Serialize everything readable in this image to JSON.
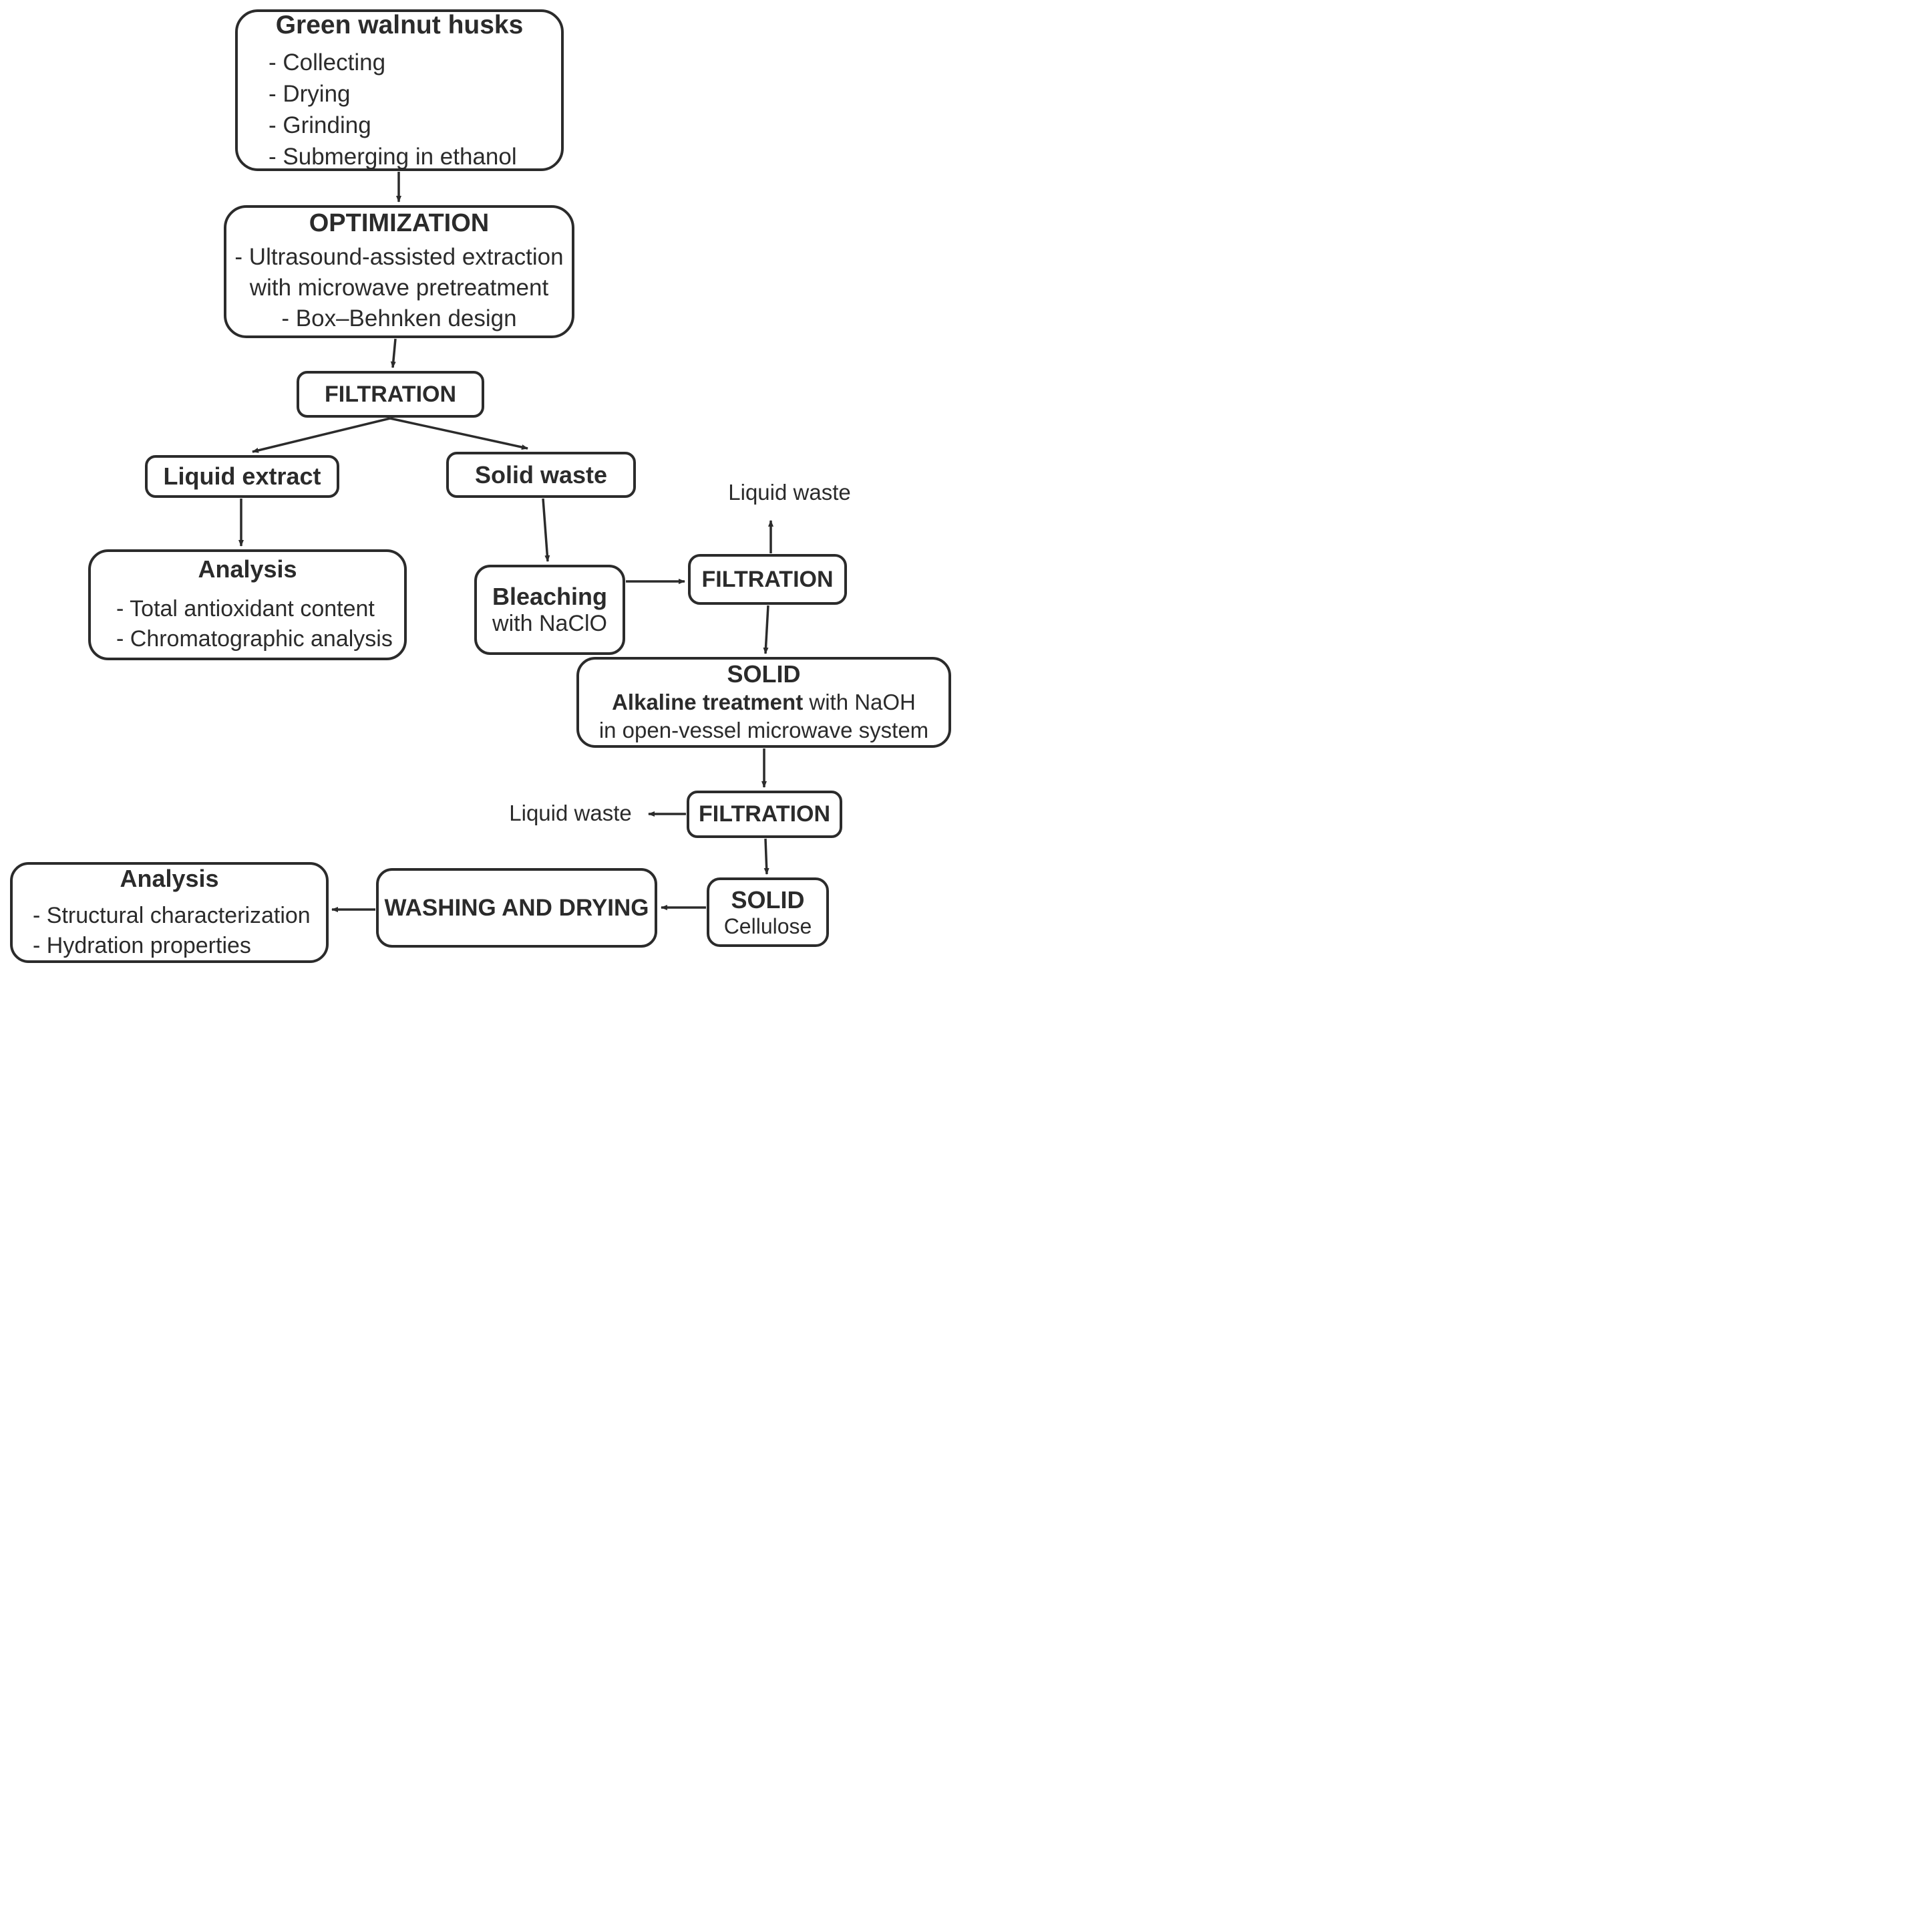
{
  "diagram": {
    "boxes": {
      "green_walnut_husks": {
        "title": "Green walnut husks",
        "items": [
          "- Collecting",
          "- Drying",
          "- Grinding",
          "- Submerging in ethanol"
        ]
      },
      "optimization": {
        "title": "OPTIMIZATION",
        "lines": [
          "- Ultrasound-assisted extraction",
          "with microwave pretreatment",
          "- Box–Behnken design"
        ]
      },
      "filtration_1": {
        "title": "FILTRATION"
      },
      "liquid_extract": {
        "title": "Liquid extract"
      },
      "solid_waste": {
        "title": "Solid waste"
      },
      "analysis_extract": {
        "title": "Analysis",
        "items": [
          "- Total antioxidant content",
          "- Chromatographic analysis"
        ]
      },
      "bleaching": {
        "title": "Bleaching",
        "subtitle": "with NaClO"
      },
      "filtration_2": {
        "title": "FILTRATION"
      },
      "solid_alkaline": {
        "line1": "SOLID",
        "line2_bold": "Alkaline treatment",
        "line2_rest": " with NaOH",
        "line3": "in open-vessel microwave system"
      },
      "filtration_3": {
        "title": "FILTRATION"
      },
      "solid_cellulose": {
        "title": "SOLID",
        "subtitle": "Cellulose"
      },
      "washing_drying": {
        "title": "WASHING AND DRYING"
      },
      "analysis_cellulose": {
        "title": "Analysis",
        "items": [
          "- Structural characterization",
          "- Hydration properties"
        ]
      }
    },
    "labels": {
      "liquid_waste_top": "Liquid waste",
      "liquid_waste_left": "Liquid waste"
    },
    "colors": {
      "stroke": "#2b2b2b",
      "text": "#2b2b2b",
      "background": "#ffffff"
    }
  }
}
